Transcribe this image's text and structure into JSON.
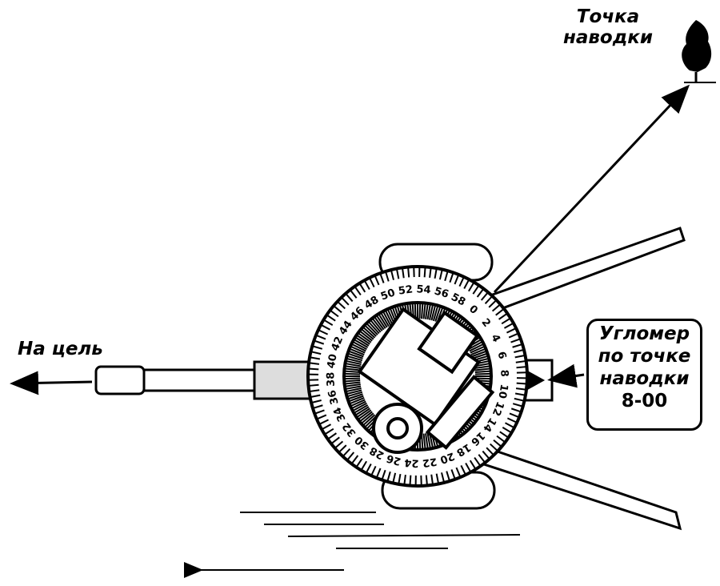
{
  "labels": {
    "aiming_point": [
      "Точка",
      "наводки"
    ],
    "to_target": "На цель",
    "goniometer": [
      "Угломер",
      "по точке",
      "наводки",
      "8-00"
    ]
  },
  "dial": {
    "numbers": [
      "0",
      "2",
      "4",
      "6",
      "8",
      "10",
      "12",
      "14",
      "16",
      "18",
      "20",
      "22",
      "24",
      "26",
      "28",
      "30",
      "32",
      "34",
      "36",
      "38",
      "40",
      "42",
      "44",
      "46",
      "48",
      "50",
      "52",
      "54",
      "56",
      "58"
    ]
  }
}
